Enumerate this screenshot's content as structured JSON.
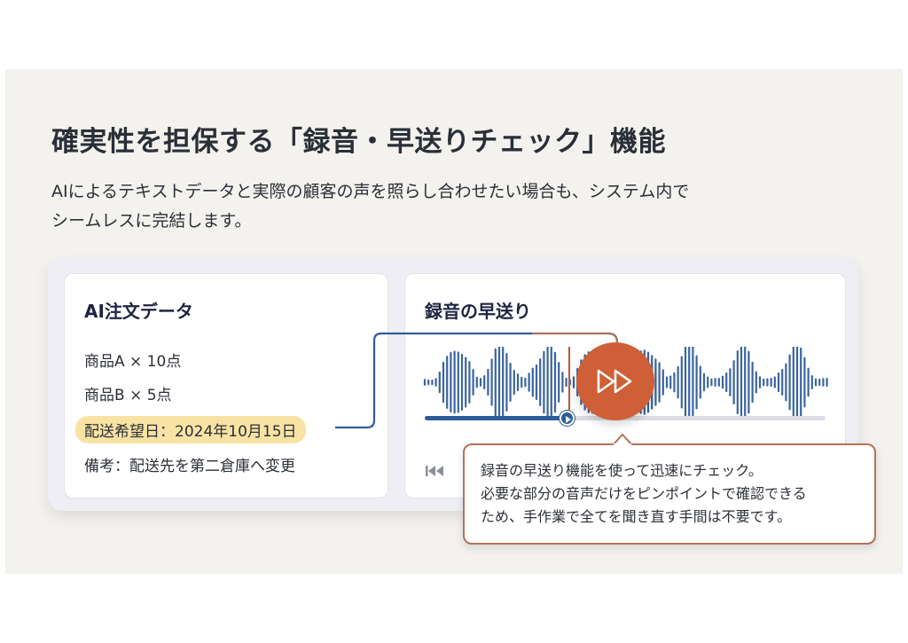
{
  "slide": {
    "title": "確実性を担保する「録音・早送りチェック」機能",
    "description": [
      "AIによるテキストデータと実際の顧客の声を照らし合わせたい場合も、システム内で",
      "シームレスに完結します。"
    ]
  },
  "order_card": {
    "title": "AI注文データ",
    "lines": [
      "商品A × 10点",
      "商品B × 5点",
      "配送希望日：2024年10月15日",
      "備考：配送先を第二倉庫へ変更"
    ],
    "highlight_color": "#f9e3a4"
  },
  "audio_card": {
    "title": "録音の早送り",
    "progress_percent": 35,
    "icons": {
      "fast_forward": "fast-forward-icon",
      "rewind": "skip-back-icon",
      "play": "play-icon"
    }
  },
  "tooltip": {
    "lines": [
      "録音の早送り機能を使って迅速にチェック。",
      "必要な部分の音声だけをピンポイントで確認できる",
      "ため、手作業で全てを聞き直す手間は不要です。"
    ]
  },
  "colors": {
    "accent_orange": "#cf5f36",
    "accent_blue": "#2f5d99",
    "tooltip_border": "#b4735a",
    "background": "#f4f2ee"
  }
}
